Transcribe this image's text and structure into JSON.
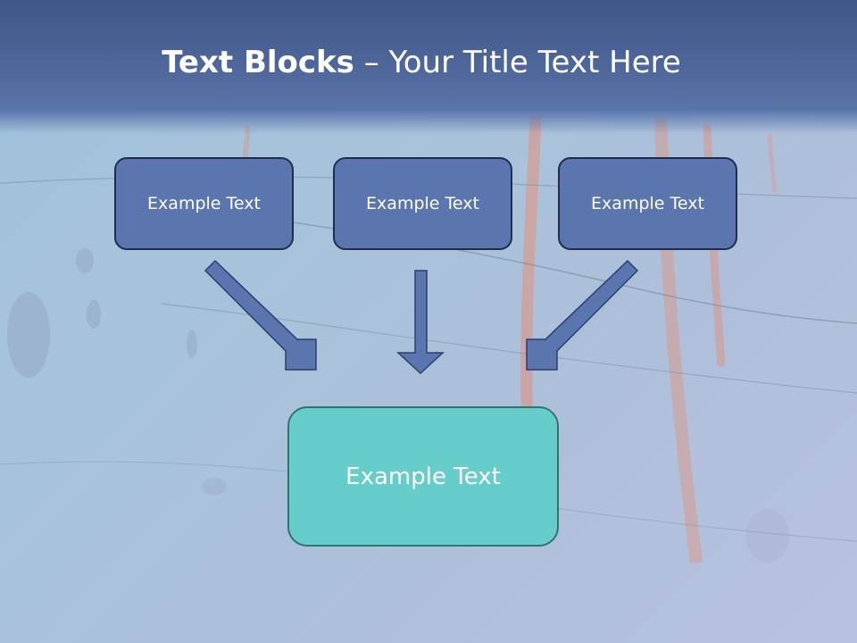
{
  "slide": {
    "title_bold": "Text Blocks",
    "title_rest": " – Your Title Text Here"
  },
  "diagram": {
    "top_boxes": [
      {
        "label": "Example Text"
      },
      {
        "label": "Example Text"
      },
      {
        "label": "Example Text"
      }
    ],
    "bottom_box": {
      "label": "Example Text"
    }
  },
  "colors": {
    "header": "#4a6297",
    "top_box_fill": "#5b75ae",
    "top_box_border": "#1f2d4e",
    "bottom_box_fill": "#66cdcb",
    "bottom_box_border": "#2f7472",
    "arrow_fill": "#5b75ae"
  }
}
